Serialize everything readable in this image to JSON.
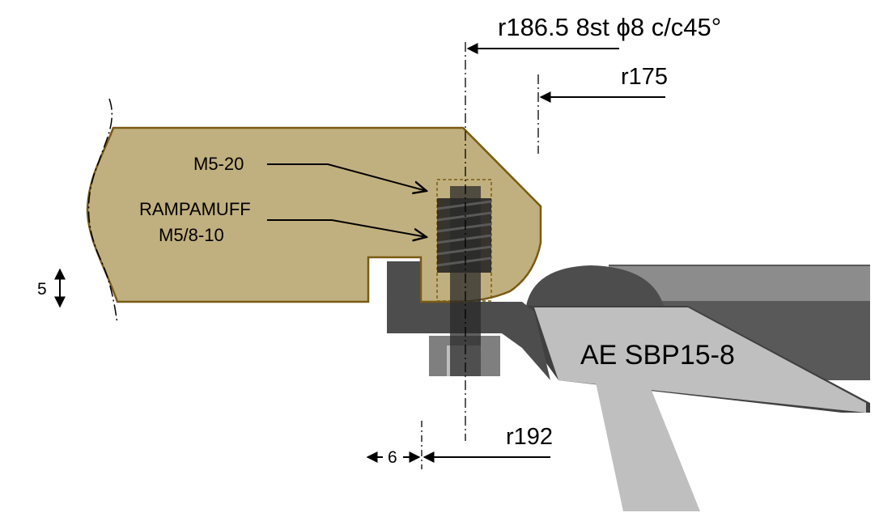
{
  "labels": {
    "hole_callout": "r186.5   8st ϕ8 c/c45°",
    "r175": "r175",
    "r192": "r192",
    "screw": "M5-20",
    "insert_line1": "RAMPAMUFF",
    "insert_line2": "M5/8-10",
    "dim_5": "5",
    "dim_6": "6",
    "part_name": "AE SBP15-8"
  },
  "colors": {
    "body_fill": "#c1b07f",
    "body_stroke": "#7a5a14",
    "dark_gray": "#4d4d4d",
    "mid_gray": "#7f7f7f",
    "light_gray": "#bfbfbf",
    "thread": "#1f1f1f"
  }
}
